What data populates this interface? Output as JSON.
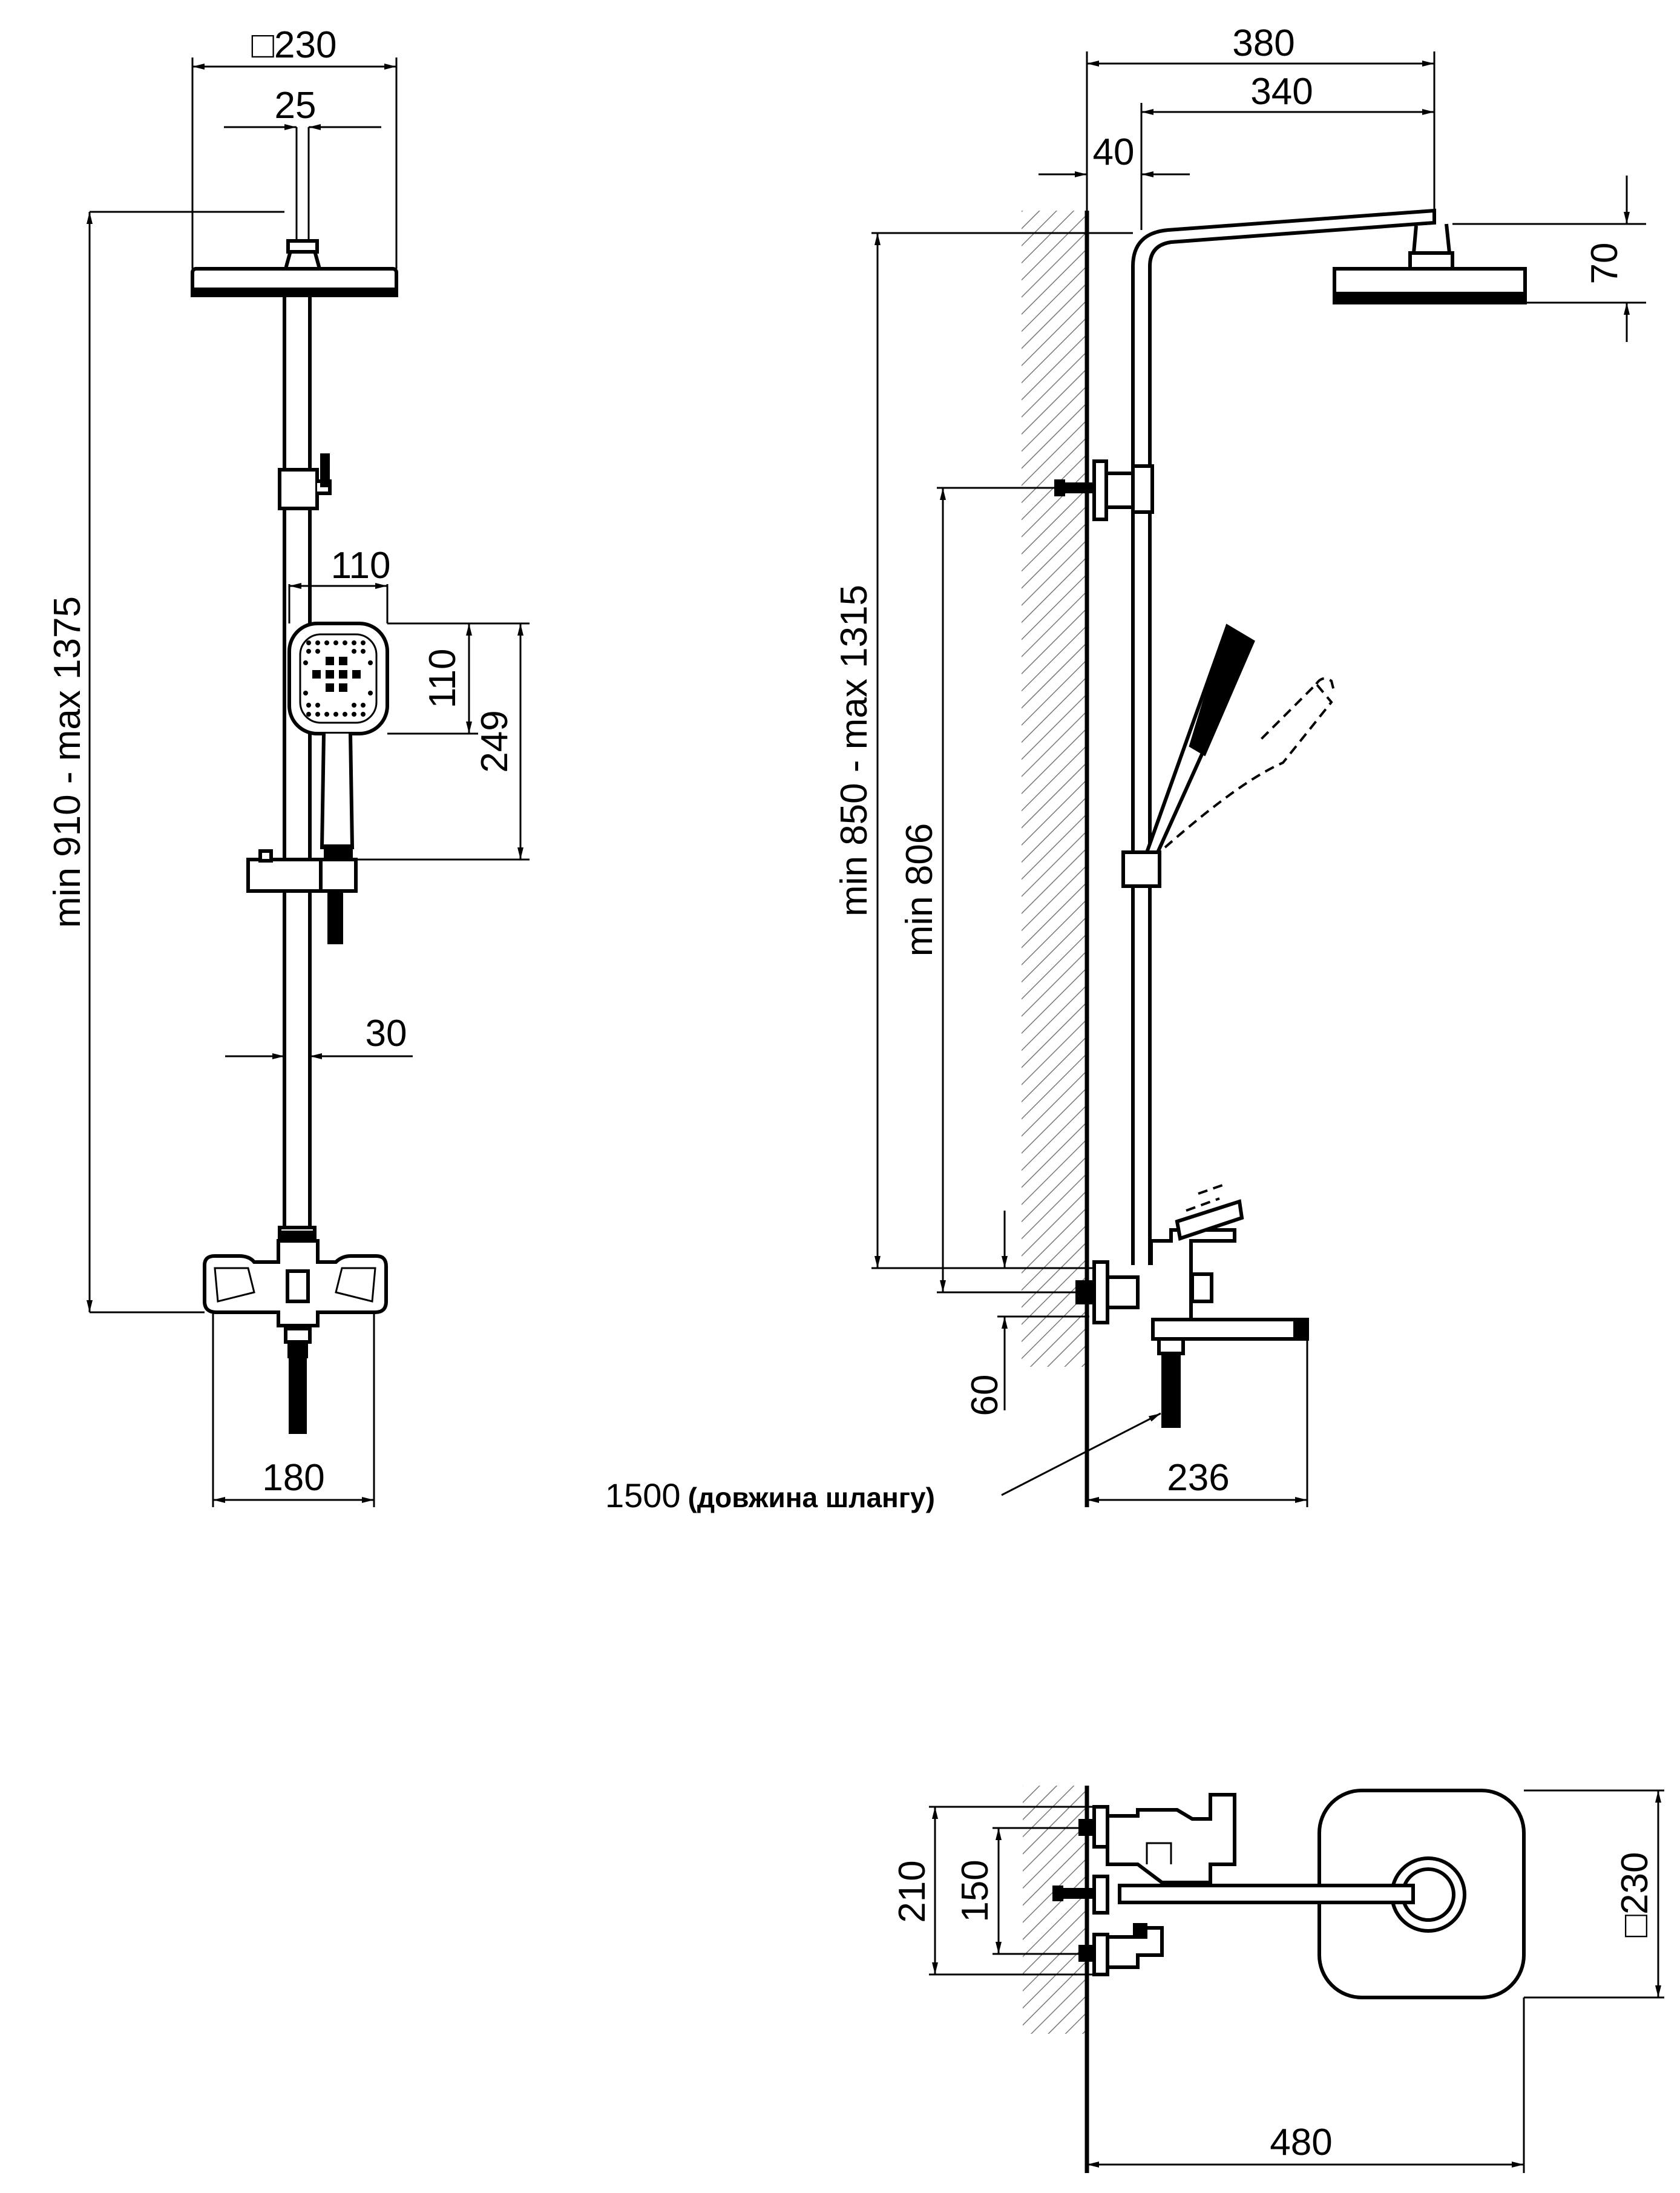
{
  "dimensions": {
    "front": {
      "head_size": "□230",
      "arm_dia": "25",
      "height_range": "min 910 - max 1375",
      "hand_width": "110",
      "hand_face": "110",
      "hand_length": "249",
      "rail_dia": "30",
      "mixer_width": "180"
    },
    "side": {
      "projection": "380",
      "arm_length": "340",
      "offset": "40",
      "head_height": "70",
      "height_range": "min 850 - max 1315",
      "bracket_min": "min 806",
      "inlet_offset": "60",
      "hose_note": "1500",
      "hose_note_suffix": "(довжина шлангу)",
      "spout_reach": "236"
    },
    "top": {
      "outer_span": "210",
      "inlet_spacing": "150",
      "head_size": "□230",
      "total_depth": "480"
    }
  }
}
